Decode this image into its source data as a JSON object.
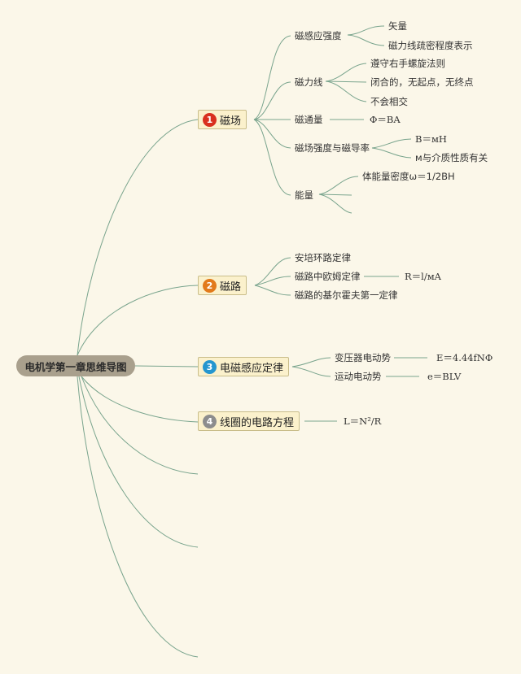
{
  "root": {
    "title": "电机学第一章思维导图"
  },
  "topics": [
    {
      "number": "1",
      "color": "#d9301e",
      "label": "磁场"
    },
    {
      "number": "2",
      "color": "#e27a1b",
      "label": "磁路"
    },
    {
      "number": "3",
      "color": "#2596cf",
      "label": "电磁感应定律"
    },
    {
      "number": "4",
      "color": "#8d8d8d",
      "label": "线圈的电路方程"
    }
  ],
  "magnetic_field": {
    "flux_density": {
      "label": "磁感应强度",
      "children": [
        "矢量",
        "磁力线疏密程度表示"
      ]
    },
    "field_lines": {
      "label": "磁力线",
      "children": [
        "遵守右手螺旋法则",
        "闭合的，无起点，无终点",
        "不会相交"
      ]
    },
    "flux": {
      "label": "磁通量",
      "formula": "Φ＝BA"
    },
    "intensity_permeability": {
      "label": "磁场强度与磁导率",
      "children": [
        "B＝мH",
        "м与介质性质有关"
      ]
    },
    "energy": {
      "label": "能量",
      "children": [
        "体能量密度ω＝1/2BH"
      ]
    }
  },
  "magnetic_circuit": {
    "ampere_law": "安培环路定律",
    "ohm_law": {
      "label": "磁路中欧姆定律",
      "formula": "R＝l/мA"
    },
    "kirchhoff": "磁路的基尔霍夫第一定律"
  },
  "induction": {
    "transformer_emf": {
      "label": "变压器电动势",
      "formula": "E＝4.44fNΦ"
    },
    "motional_emf": {
      "label": "运动电动势",
      "formula": "e＝BLV"
    }
  },
  "coil": {
    "formula": "L＝N²/R"
  },
  "colors": {
    "line": "#6fa088",
    "background": "#fbf7e9"
  }
}
